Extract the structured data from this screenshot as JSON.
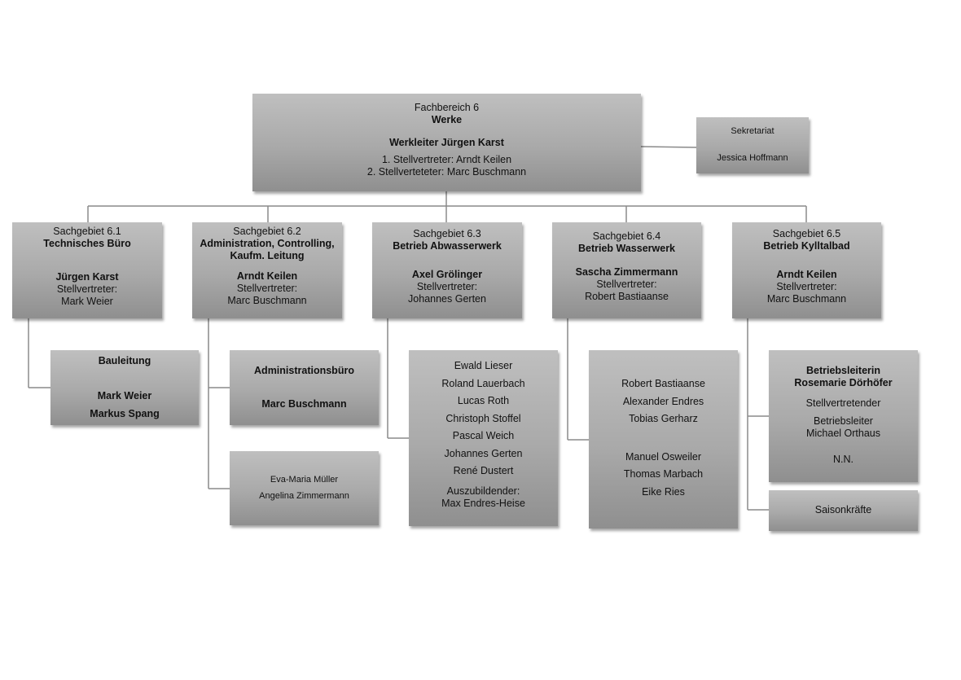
{
  "head": {
    "unit": "Fachbereich 6",
    "name": "Werke",
    "leader": "Werkleiter Jürgen Karst",
    "deputy1": "1. Stellvertreter: Arndt Keilen",
    "deputy2": "2. Stellverteteter: Marc Buschmann"
  },
  "secretariat": {
    "title": "Sekretariat",
    "person": "Jessica Hoffmann"
  },
  "areas": [
    {
      "unit": "Sachgebiet 6.1",
      "name": "Technisches Büro",
      "leader": "Jürgen Karst",
      "deputy_label": "Stellvertreter:",
      "deputy": "Mark Weier"
    },
    {
      "unit": "Sachgebiet 6.2",
      "name_line1": "Administration, Controlling,",
      "name_line2": "Kaufm. Leitung",
      "leader": "Arndt Keilen",
      "deputy_label": "Stellvertreter:",
      "deputy": "Marc Buschmann"
    },
    {
      "unit": "Sachgebiet 6.3",
      "name": "Betrieb Abwasserwerk",
      "leader": "Axel Grölinger",
      "deputy_label": "Stellvertreter:",
      "deputy": "Johannes Gerten"
    },
    {
      "unit": "Sachgebiet 6.4",
      "name": "Betrieb Wasserwerk",
      "leader": "Sascha Zimmermann",
      "deputy_label": "Stellvertreter:",
      "deputy": "Robert Bastiaanse"
    },
    {
      "unit": "Sachgebiet 6.5",
      "name": "Betrieb Kylltalbad",
      "leader": "Arndt Keilen",
      "deputy_label": "Stellvertreter:",
      "deputy": "Marc Buschmann"
    }
  ],
  "bauleitung": {
    "title": "Bauleitung",
    "person1": "Mark Weier",
    "person2": "Markus Spang"
  },
  "adminbuero": {
    "title": "Administrationsbüro",
    "person": "Marc Buschmann"
  },
  "admin_staff": {
    "person1": "Eva-Maria Müller",
    "person2": "Angelina Zimmermann"
  },
  "abwasser_staff": {
    "people": [
      "Ewald Lieser",
      "Roland Lauerbach",
      "Lucas Roth",
      "Christoph Stoffel",
      "Pascal Weich",
      "Johannes Gerten",
      "René Dustert"
    ],
    "trainee_label": "Auszubildender:",
    "trainee": "Max Endres-Heise"
  },
  "wasser_staff": {
    "group1": [
      "Robert Bastiaanse",
      "Alexander Endres",
      "Tobias Gerharz"
    ],
    "group2": [
      "Manuel Osweiler",
      "Thomas Marbach",
      "Eike Ries"
    ]
  },
  "bad_leitung": {
    "title_line1": "Betriebsleiterin",
    "title_line2": "Rosemarie Dörhöfer",
    "deputy_line1": "Stellvertretender",
    "deputy_line2": "Betriebsleiter",
    "deputy_line3": "Michael Orthaus",
    "vacant": "N.N."
  },
  "saison": {
    "title": "Saisonkräfte"
  }
}
